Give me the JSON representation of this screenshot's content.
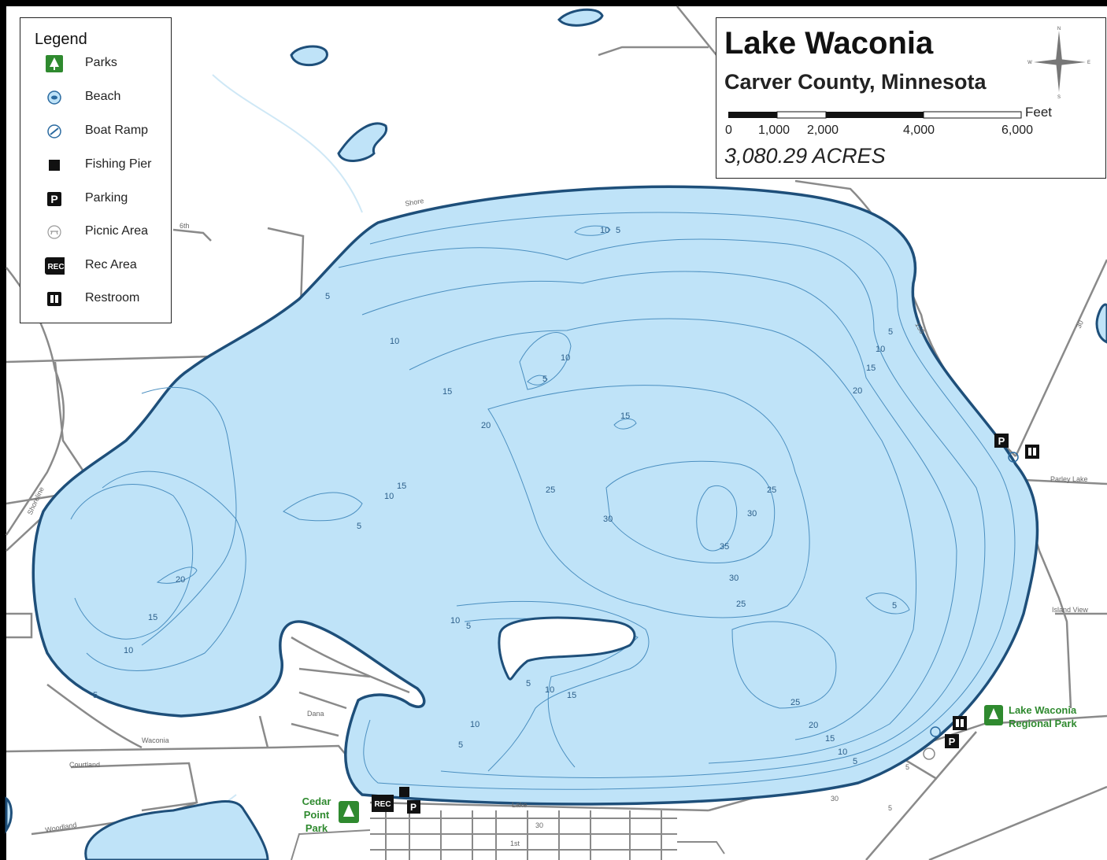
{
  "legend": {
    "title": "Legend",
    "items": [
      {
        "label": "Parks",
        "icon": "tree-icon"
      },
      {
        "label": "Beach",
        "icon": "beach-icon"
      },
      {
        "label": "Boat Ramp",
        "icon": "boat-ramp-icon"
      },
      {
        "label": "Fishing Pier",
        "icon": "fishing-pier-icon"
      },
      {
        "label": "Parking",
        "icon": "parking-icon"
      },
      {
        "label": "Picnic Area",
        "icon": "picnic-icon"
      },
      {
        "label": "Rec Area",
        "icon": "rec-area-icon"
      },
      {
        "label": "Restroom",
        "icon": "restroom-icon"
      }
    ]
  },
  "title_box": {
    "title": "Lake Waconia",
    "subtitle": "Carver County, Minnesota",
    "scale_unit": "Feet",
    "scale_ticks": [
      "0",
      "1,000",
      "2,000",
      "4,000",
      "6,000"
    ],
    "area": "3,080.29 ACRES",
    "compass_labels": {
      "n": "N",
      "s": "S",
      "e": "E",
      "w": "W"
    }
  },
  "depth_labels": [
    "5",
    "10",
    "15",
    "20",
    "25",
    "30",
    "35"
  ],
  "road_labels": {
    "shore": "Shore",
    "sixth": "6th",
    "parley": "Parley Lake",
    "island_view": "Island View",
    "waconia": "Waconia",
    "courtland": "Courtland",
    "lake": "Lake",
    "woodland": "Woodland",
    "shoreline": "Shoreline",
    "dana": "Dana",
    "d155": "155",
    "d30": "30",
    "d10": "10",
    "d5": "5",
    "first": "1st"
  },
  "places": {
    "regional_park": "Lake Waconia Regional Park",
    "cedar_point": "Cedar Point Park",
    "rec": "REC",
    "parking": "P"
  },
  "colors": {
    "water": "#bfe3f8",
    "shoreline": "#1e4f7a",
    "contour": "#4b8fc0",
    "land": "#ffffff",
    "road": "#777777",
    "park_green": "#2f8a2f"
  }
}
